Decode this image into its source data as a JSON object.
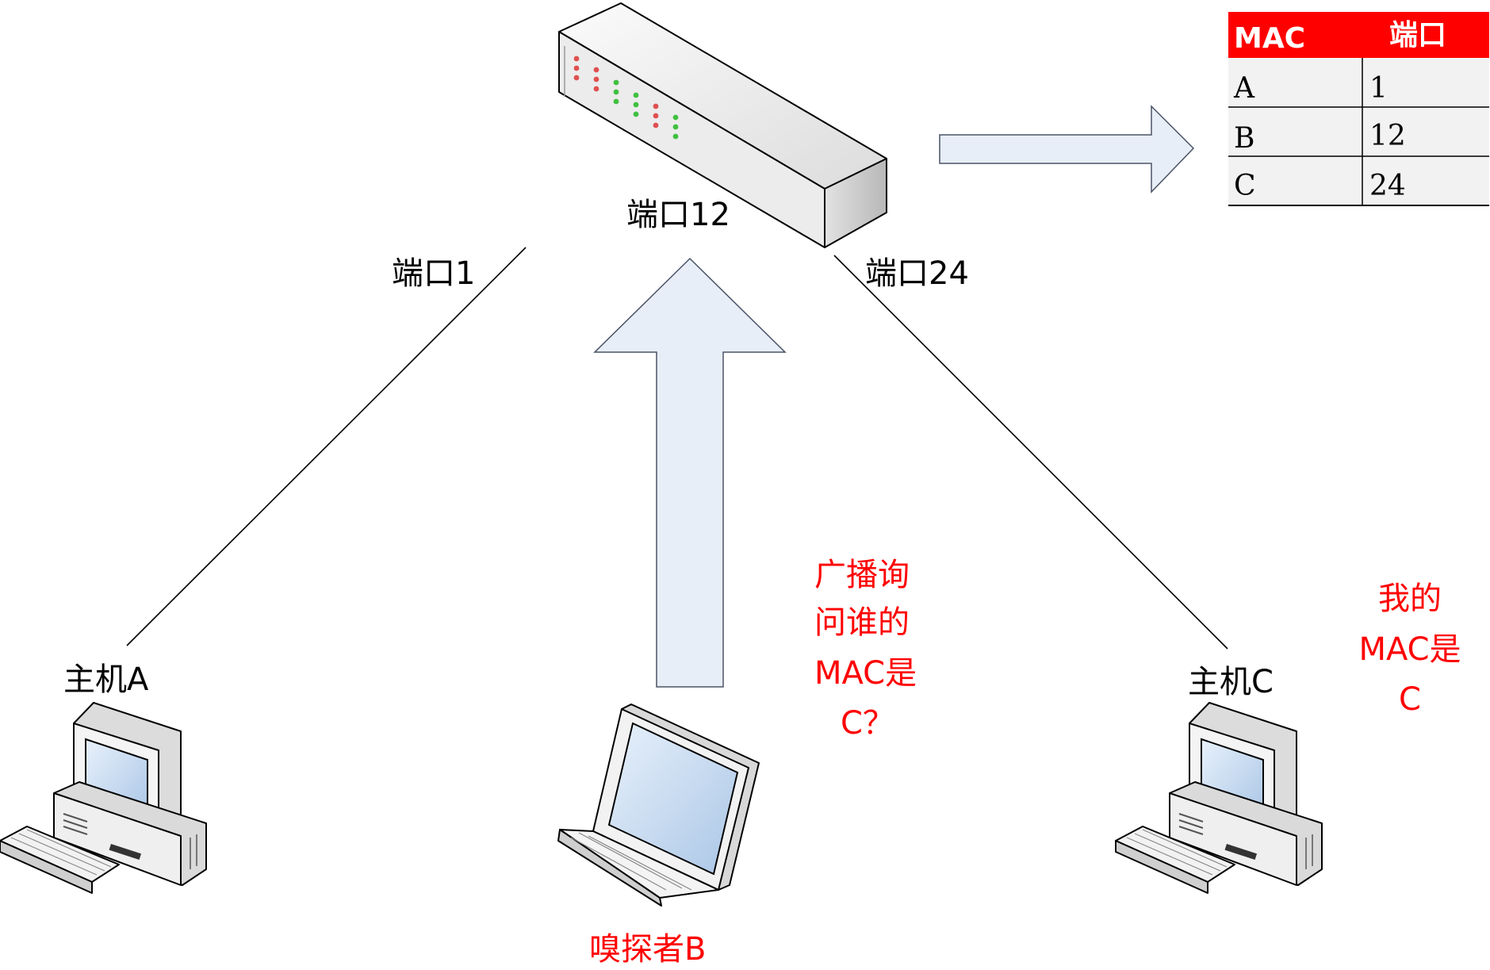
{
  "labels": {
    "port1": "端口1",
    "port12": "端口12",
    "port24": "端口24",
    "host_a": "主机A",
    "host_c": "主机C",
    "sniffer_b": "嗅探者B"
  },
  "broadcast_note": [
    "广播询",
    "问谁的",
    "MAC是",
    "C？"
  ],
  "reply_note": [
    "我的",
    "MAC是",
    "C"
  ],
  "mac_table": {
    "header": {
      "mac": "MAC",
      "port": "端口"
    },
    "rows": [
      {
        "mac": "A",
        "port": "1"
      },
      {
        "mac": "B",
        "port": "12"
      },
      {
        "mac": "C",
        "port": "24"
      }
    ]
  },
  "colors": {
    "table_header": "#ff0000",
    "annotation_text": "#ff0000",
    "arrow_fill": "#e8eef7",
    "arrow_stroke": "#4a5366"
  },
  "icons": [
    "switch-icon",
    "desktop-computer-icon",
    "laptop-icon",
    "arrow-up-icon",
    "arrow-right-icon"
  ]
}
